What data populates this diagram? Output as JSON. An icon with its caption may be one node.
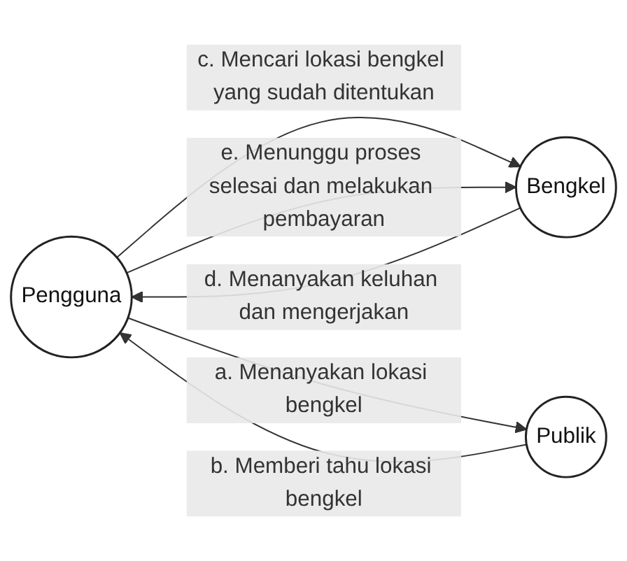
{
  "diagram": {
    "nodes": [
      {
        "text": [
          "Pengguna"
        ]
      },
      {
        "text": [
          "Bengkel"
        ]
      },
      {
        "text": [
          "Publik"
        ]
      }
    ],
    "edges": [
      {
        "from": 0,
        "to": 1,
        "arrow": "to",
        "label": "c. Mencari lokasi bengkel yang sudah ditentukan"
      },
      {
        "from": 1,
        "to": 0,
        "arrow": "to",
        "label": "d. Menanyakan keluhan dan mengerjakan"
      },
      {
        "from": 0,
        "to": 1,
        "arrow": "to",
        "label": "e. Menunggu proses selesai dan melakukan pembayaran"
      },
      {
        "from": 2,
        "to": 0,
        "arrow": "to",
        "label": "b. Memberi tahu lokasi bengkel"
      },
      {
        "from": 0,
        "to": 2,
        "arrow": "to",
        "label": "a. Menanyakan lokasi bengkel"
      }
    ]
  }
}
